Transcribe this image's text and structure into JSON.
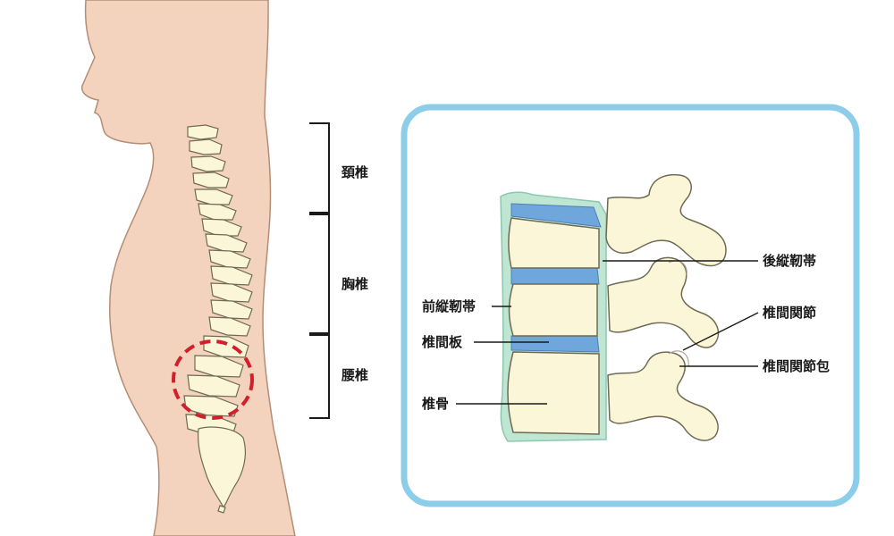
{
  "colors": {
    "skin": "#F3D3BD",
    "skin_outline": "#B58C74",
    "bone": "#FBF6D8",
    "bone_outline": "#6E6A54",
    "disc": "#6FA6DC",
    "ligament": "#BFE6D3",
    "panel_border": "#8CCDEA",
    "highlight_circle": "#D0202B"
  },
  "regions": {
    "cervical": "頚椎",
    "thoracic": "胸椎",
    "lumbar": "腰椎"
  },
  "inset_labels": {
    "anterior_longitudinal_ligament": "前縦靭帯",
    "intervertebral_disc": "椎間板",
    "vertebral_body": "椎骨",
    "posterior_longitudinal_ligament": "後縦靭帯",
    "facet_joint": "椎間関節",
    "facet_joint_capsule": "椎間関節包"
  }
}
